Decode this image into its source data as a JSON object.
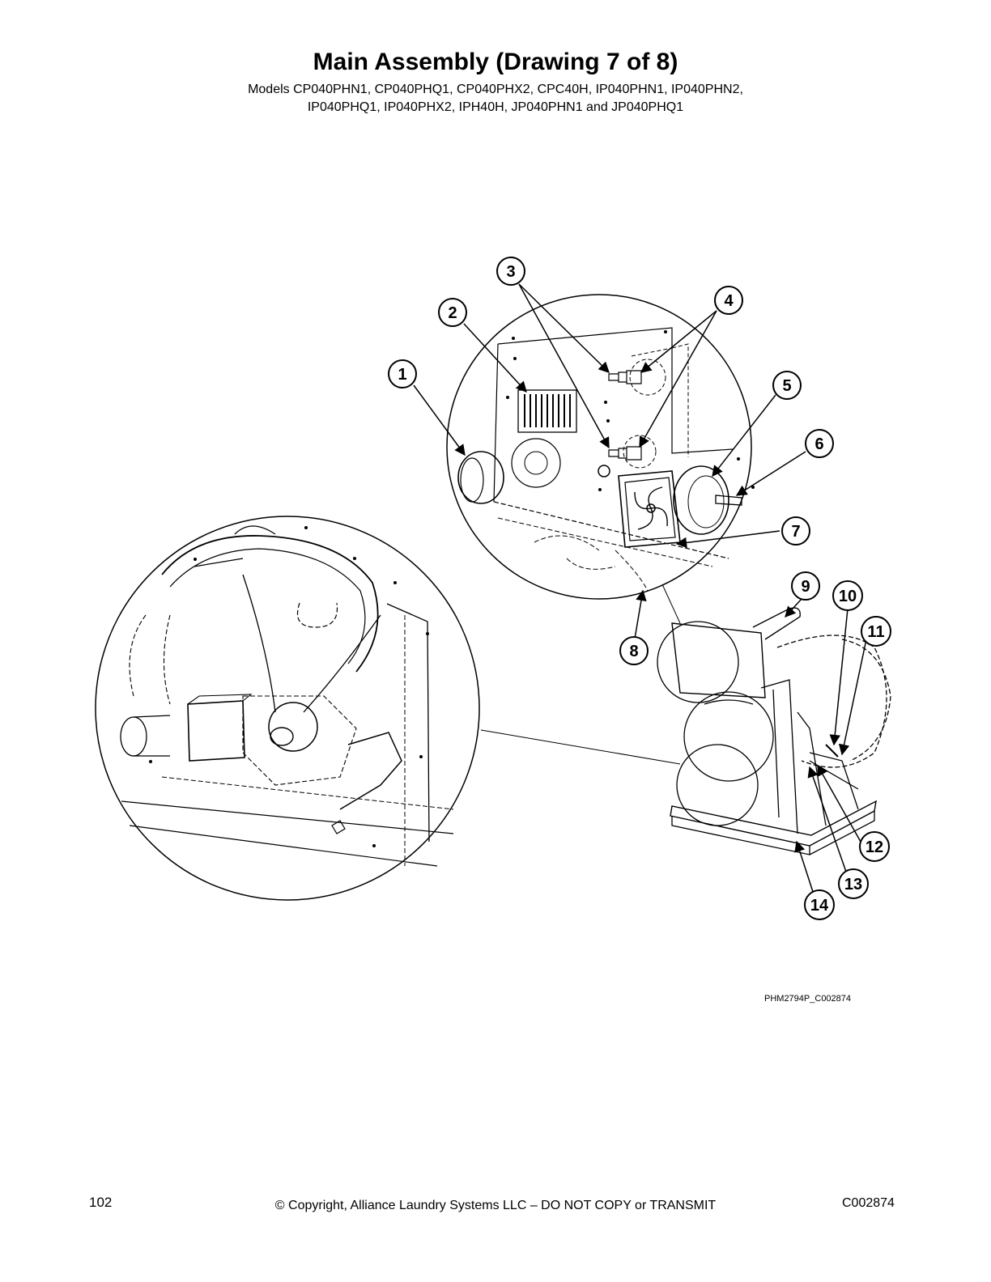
{
  "header": {
    "title": "Main Assembly (Drawing 7 of 8)",
    "models_line1": "Models CP040PHN1, CP040PHQ1, CP040PHX2, CPC40H, IP040PHN1, IP040PHN2,",
    "models_line2": "IP040PHQ1, IP040PHX2, IPH40H, JP040PHN1 and JP040PHQ1"
  },
  "diagram": {
    "callouts": [
      "1",
      "2",
      "3",
      "4",
      "5",
      "6",
      "7",
      "8",
      "9",
      "10",
      "11",
      "12",
      "13",
      "14"
    ],
    "figure_id": "PHM2794P_C002874"
  },
  "footer": {
    "page_number": "102",
    "copyright": "© Copyright, Alliance Laundry Systems LLC – DO NOT COPY or TRANSMIT",
    "doc_code": "C002874"
  }
}
